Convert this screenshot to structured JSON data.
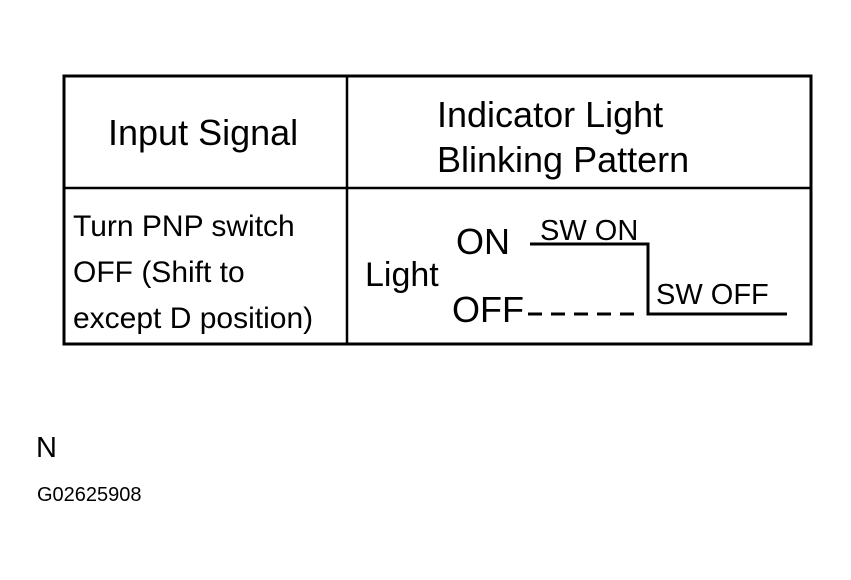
{
  "table": {
    "headers": {
      "input_signal": "Input Signal",
      "indicator_line1": "Indicator Light",
      "indicator_line2": "Blinking Pattern"
    },
    "row": {
      "input_line1": "Turn PNP switch",
      "input_line2": "OFF (Shift to",
      "input_line3": "except D position)"
    },
    "pattern": {
      "light_label": "Light",
      "on_label": "ON",
      "off_label": "OFF",
      "sw_on_label": "SW ON",
      "sw_off_label": "SW OFF"
    }
  },
  "footer": {
    "letter": "N",
    "code": "G02625908"
  }
}
